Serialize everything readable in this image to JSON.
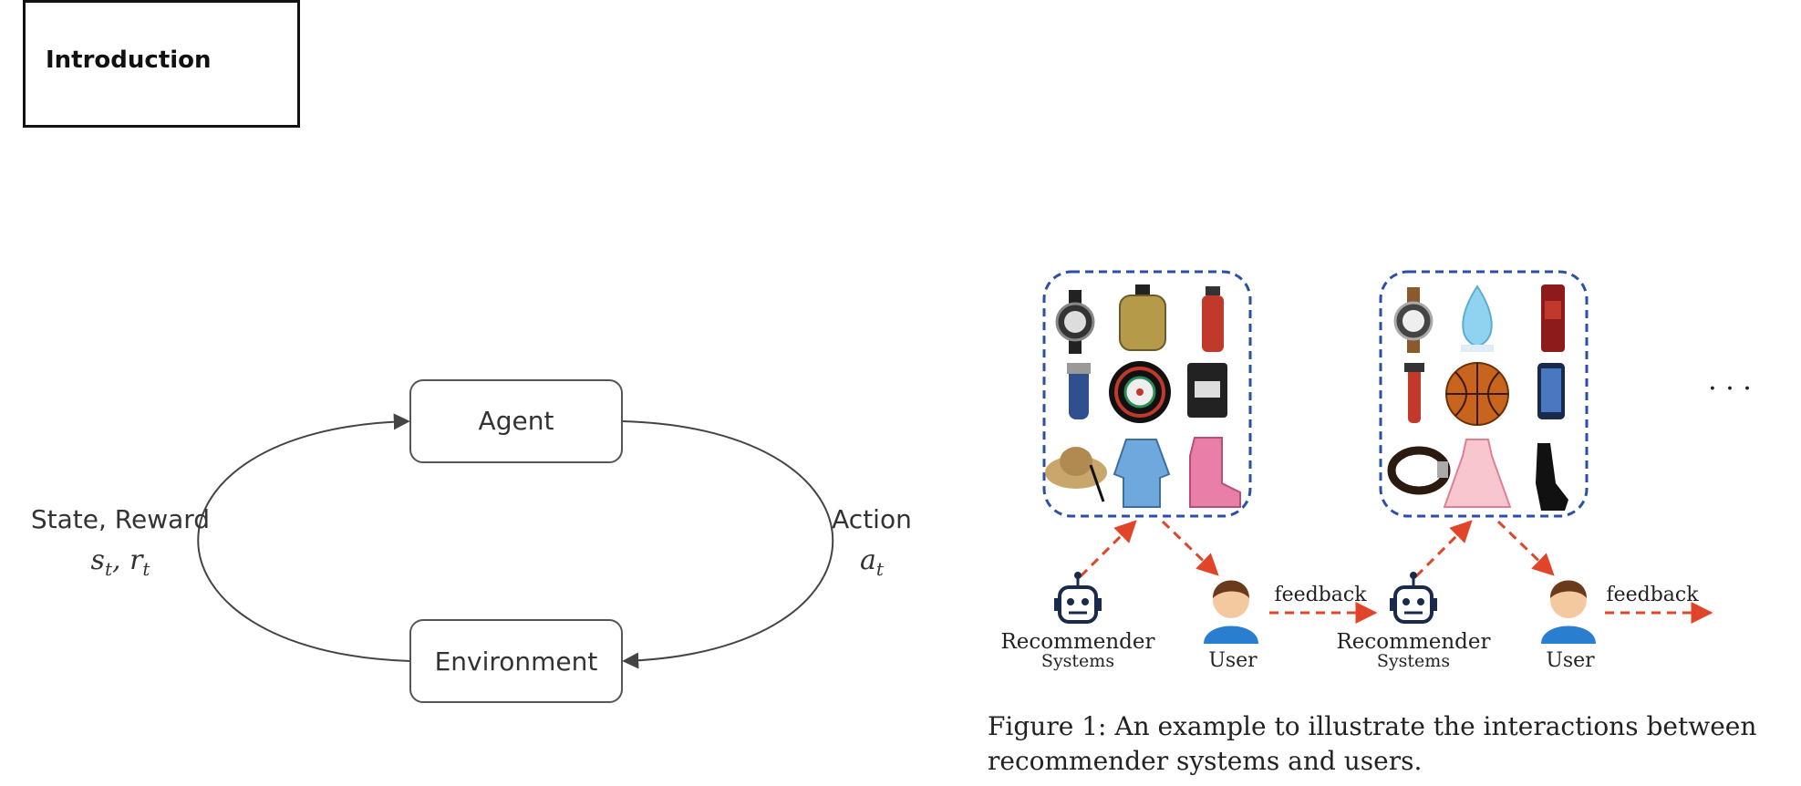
{
  "section": {
    "title": "Introduction"
  },
  "rl_loop": {
    "agent_label": "Agent",
    "environment_label": "Environment",
    "left_label_line1": "State, Reward",
    "left_label_var1": "s",
    "left_label_sub1": "t",
    "left_label_sep": ", ",
    "left_label_var2": "r",
    "left_label_sub2": "t",
    "right_label_line1": "Action",
    "right_label_var": "a",
    "right_label_sub": "t",
    "stroke_color": "#444444"
  },
  "figure": {
    "panel_border_color": "#2b4fa8",
    "arrow_color": "#e0452a",
    "recommender_label_line1": "Recommender",
    "recommender_label_line2": "Systems",
    "user_label": "User",
    "feedback_label": "feedback",
    "ellipsis": "· · ·",
    "caption": "Figure 1: An example to illustrate the interactions between recommender systems and users."
  }
}
